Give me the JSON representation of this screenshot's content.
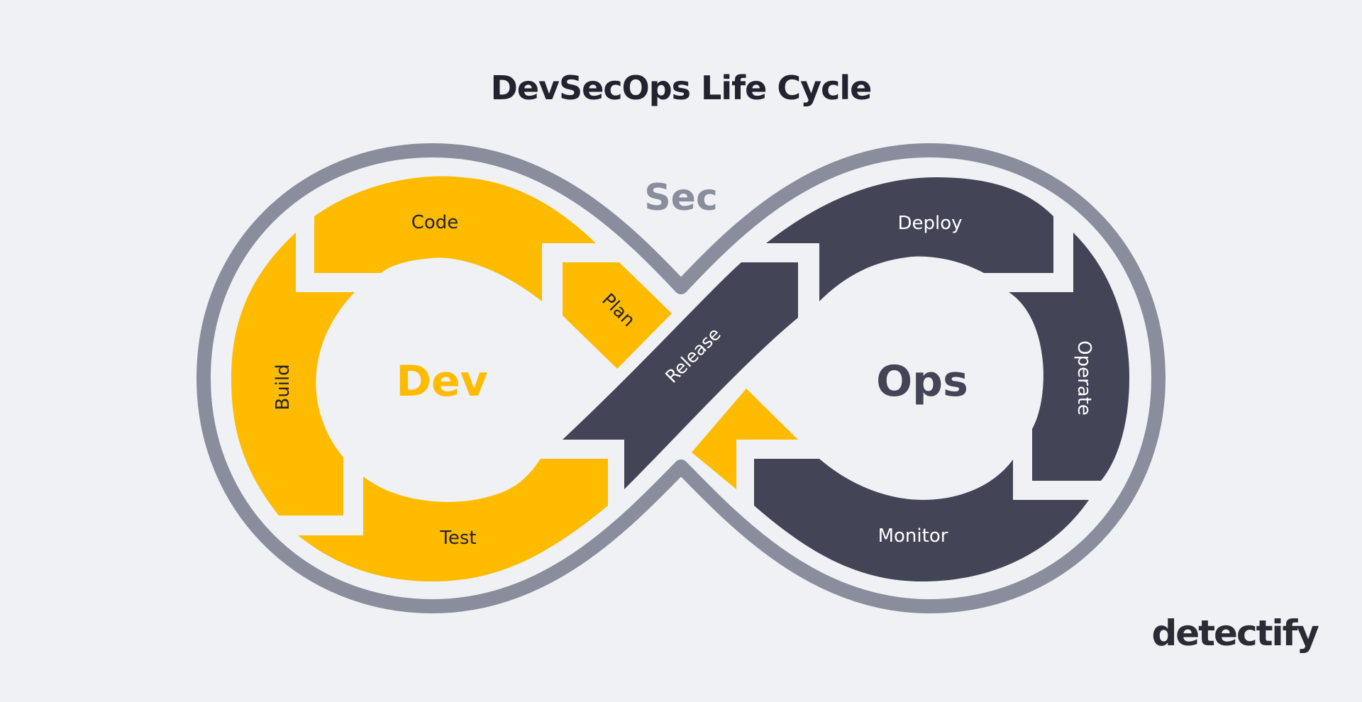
{
  "title": "DevSecOps Life Cycle",
  "center_labels": {
    "dev": "Dev",
    "sec": "Sec",
    "ops": "Ops"
  },
  "stages": {
    "plan": "Plan",
    "code": "Code",
    "build": "Build",
    "test": "Test",
    "release": "Release",
    "deploy": "Deploy",
    "operate": "Operate",
    "monitor": "Monitor"
  },
  "brand": "detectify",
  "colors": {
    "background": "#f0f1f5",
    "dev": "#ffbb00",
    "ops": "#434556",
    "sec": "#8a8d9c",
    "title": "#23232f"
  }
}
